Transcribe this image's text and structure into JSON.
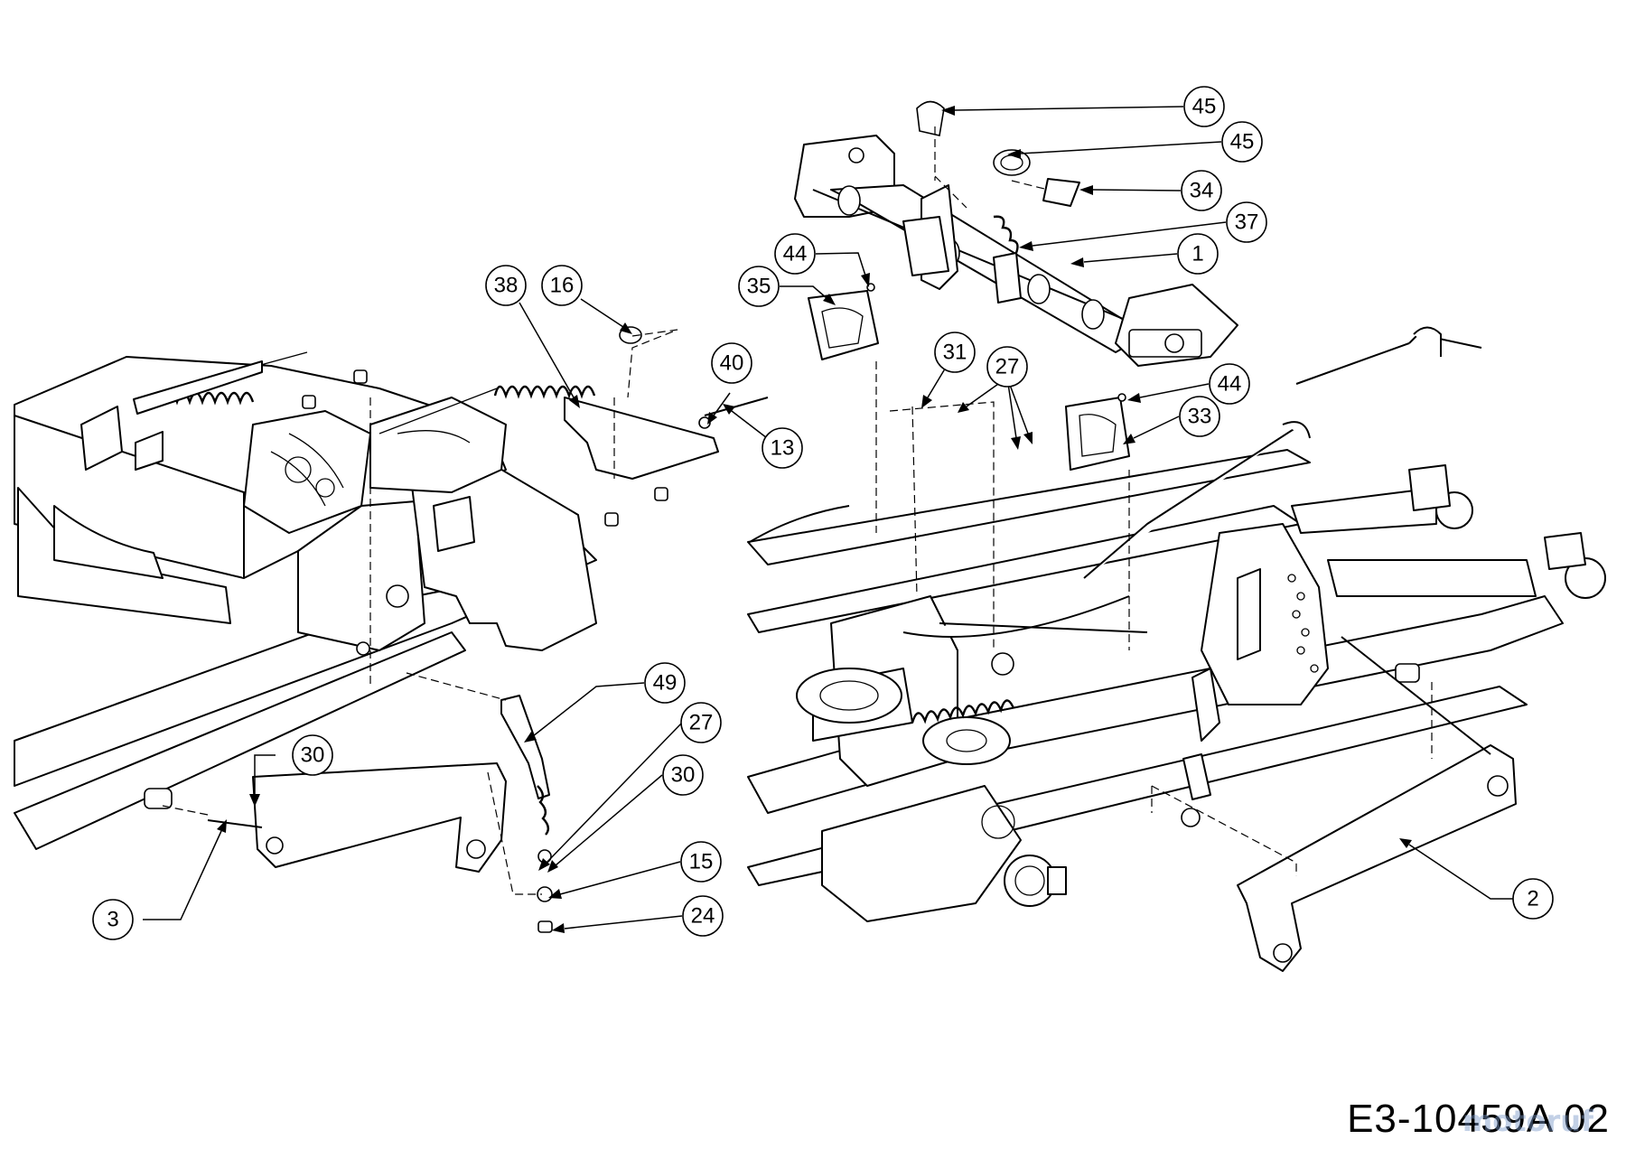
{
  "drawing": {
    "code": "E3-10459A 02",
    "watermark": "motoruf"
  },
  "callouts": [
    {
      "id": "c45a",
      "label": "45"
    },
    {
      "id": "c45b",
      "label": "45"
    },
    {
      "id": "c34",
      "label": "34"
    },
    {
      "id": "c37",
      "label": "37"
    },
    {
      "id": "c1",
      "label": "1"
    },
    {
      "id": "c44a",
      "label": "44"
    },
    {
      "id": "c35",
      "label": "35"
    },
    {
      "id": "c31",
      "label": "31"
    },
    {
      "id": "c27a",
      "label": "27"
    },
    {
      "id": "c44b",
      "label": "44"
    },
    {
      "id": "c33",
      "label": "33"
    },
    {
      "id": "c38",
      "label": "38"
    },
    {
      "id": "c16",
      "label": "16"
    },
    {
      "id": "c40",
      "label": "40"
    },
    {
      "id": "c13",
      "label": "13"
    },
    {
      "id": "c49",
      "label": "49"
    },
    {
      "id": "c27b",
      "label": "27"
    },
    {
      "id": "c30a",
      "label": "30"
    },
    {
      "id": "c30b",
      "label": "30"
    },
    {
      "id": "c15",
      "label": "15"
    },
    {
      "id": "c24",
      "label": "24"
    },
    {
      "id": "c3",
      "label": "3"
    },
    {
      "id": "c2",
      "label": "2"
    }
  ]
}
